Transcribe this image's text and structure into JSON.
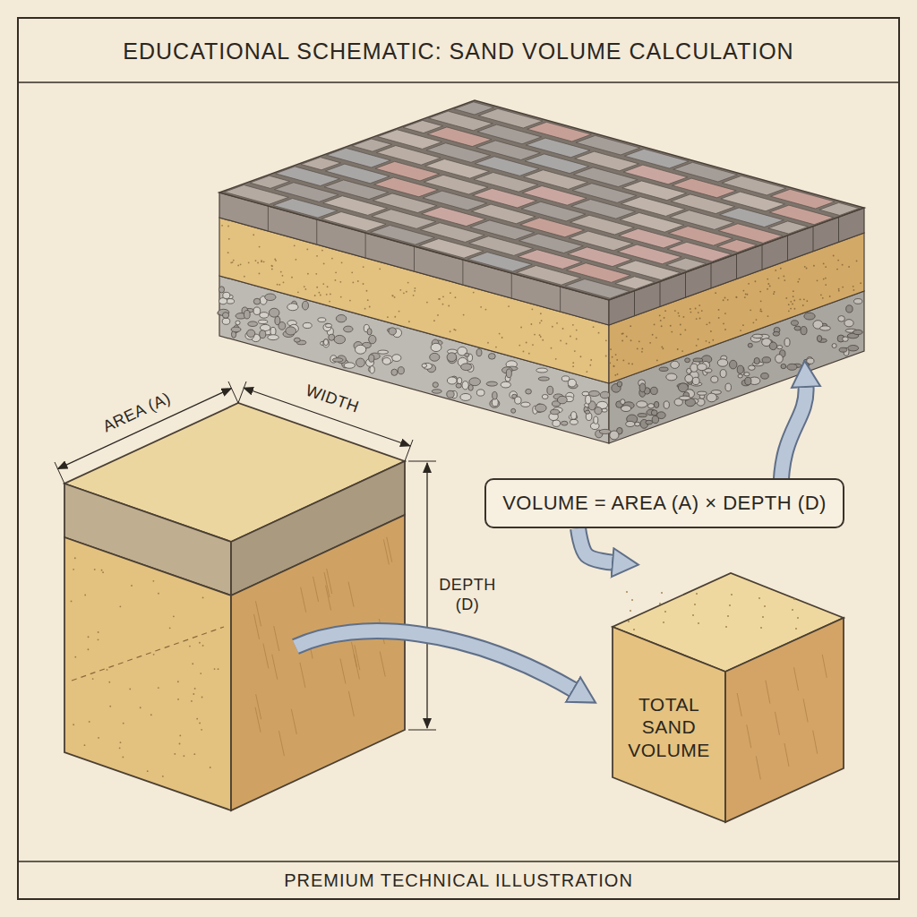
{
  "diagram": {
    "title": "EDUCATIONAL SCHEMATIC: SAND VOLUME CALCULATION",
    "caption": "PREMIUM TECHNICAL ILLUSTRATION",
    "nodes": [
      {
        "text": [
          "VOLUME = AREA (A) × DEPTH (D)"
        ]
      },
      {
        "text": [
          "TOTAL SAND VOLUME"
        ]
      }
    ],
    "edges": [
      {
        "from": 0,
        "to": 1,
        "arrow": "to"
      }
    ],
    "labels": [
      "AREA (A)",
      "WIDTH",
      "DEPTH (D)"
    ]
  }
}
